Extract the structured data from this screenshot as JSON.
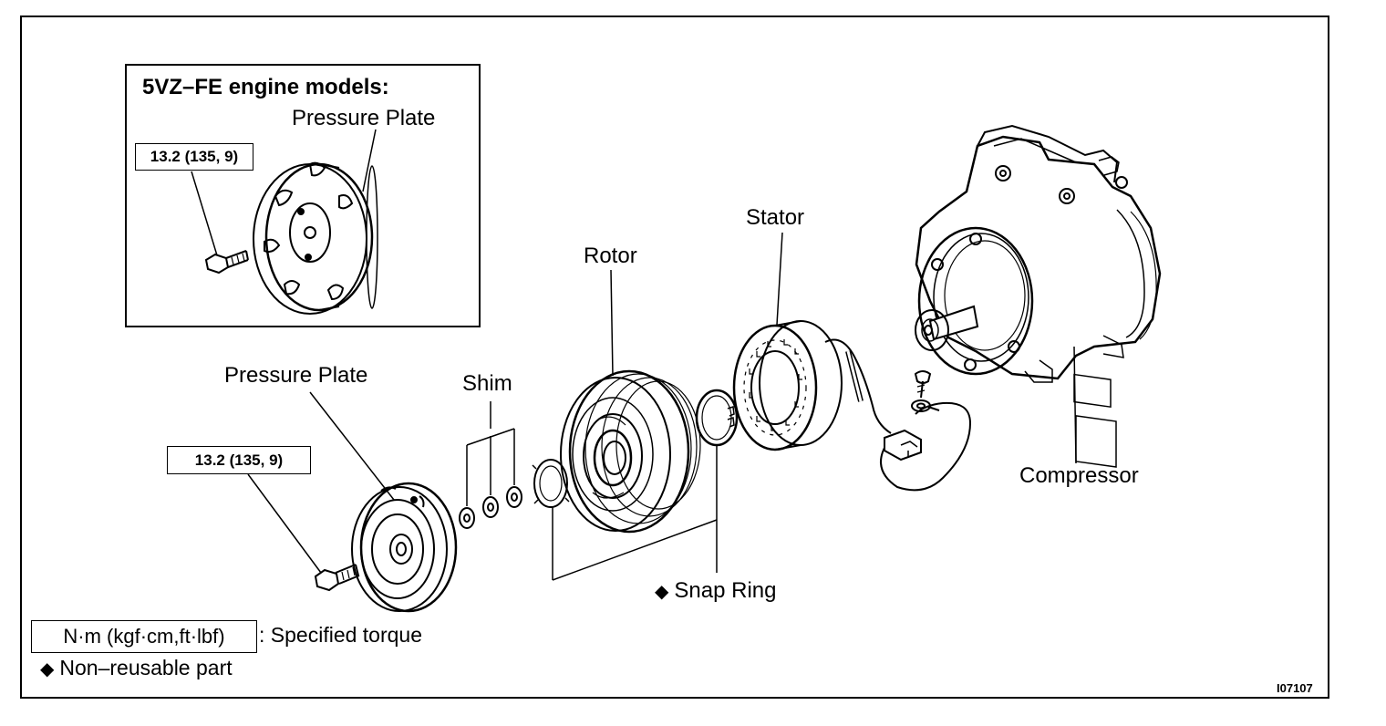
{
  "inset": {
    "title": "5VZ–FE engine models:",
    "pressure_plate_label": "Pressure Plate",
    "torque_value": "13.2 (135, 9)"
  },
  "main": {
    "pressure_plate_label": "Pressure Plate",
    "torque_value": "13.2 (135, 9)",
    "shim_label": "Shim",
    "rotor_label": "Rotor",
    "stator_label": "Stator",
    "compressor_label": "Compressor",
    "snap_ring_label": "Snap Ring",
    "snap_ring_marker": "◆"
  },
  "legend": {
    "torque_unit": "N·m (kgf·cm,ft·lbf)",
    "torque_desc": ": Specified torque",
    "nonreusable_marker": "◆",
    "nonreusable_desc": "Non–reusable part"
  },
  "figure_id": "I07107"
}
